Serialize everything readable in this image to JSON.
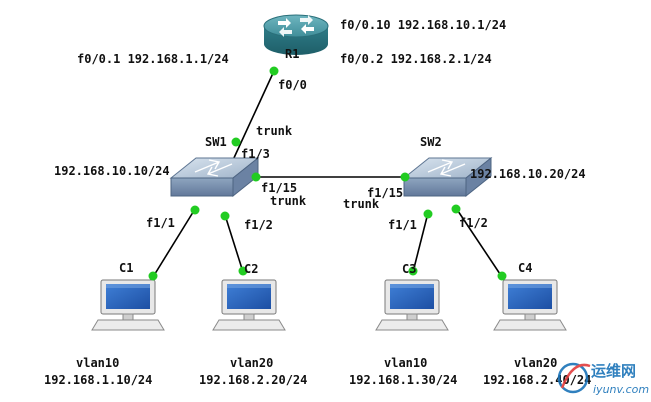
{
  "router": {
    "name": "R1",
    "sub_if_10": "f0/0.10 192.168.10.1/24",
    "sub_if_1": "f0/0.1 192.168.1.1/24",
    "sub_if_2": "f0/0.2 192.168.2.1/24",
    "uplink_port": "f0/0"
  },
  "sw1": {
    "name": "SW1",
    "ip": "192.168.10.10/24",
    "port_to_router": "f1/3",
    "port_to_sw2": "f1/15",
    "port_c1": "f1/1",
    "port_c2": "f1/2",
    "mode_router_link": "trunk",
    "mode_sw_link": "trunk"
  },
  "sw2": {
    "name": "SW2",
    "ip": "192.168.10.20/24",
    "port_to_sw1": "f1/15",
    "port_c3": "f1/1",
    "port_c4": "f1/2",
    "mode_sw_link": "trunk"
  },
  "hosts": [
    {
      "name": "C1",
      "vlan": "vlan10",
      "ip": "192.168.1.10/24"
    },
    {
      "name": "C2",
      "vlan": "vlan20",
      "ip": "192.168.2.20/24"
    },
    {
      "name": "C3",
      "vlan": "vlan10",
      "ip": "192.168.1.30/24"
    },
    {
      "name": "C4",
      "vlan": "vlan20",
      "ip": "192.168.2.40/24"
    }
  ],
  "watermark": {
    "cn": "运维网",
    "en": "iyunv.com"
  },
  "colors": {
    "link": "#000000",
    "port_dot": "#22cc22",
    "router": "#3a8a96",
    "switch": "#8aa3c0"
  }
}
